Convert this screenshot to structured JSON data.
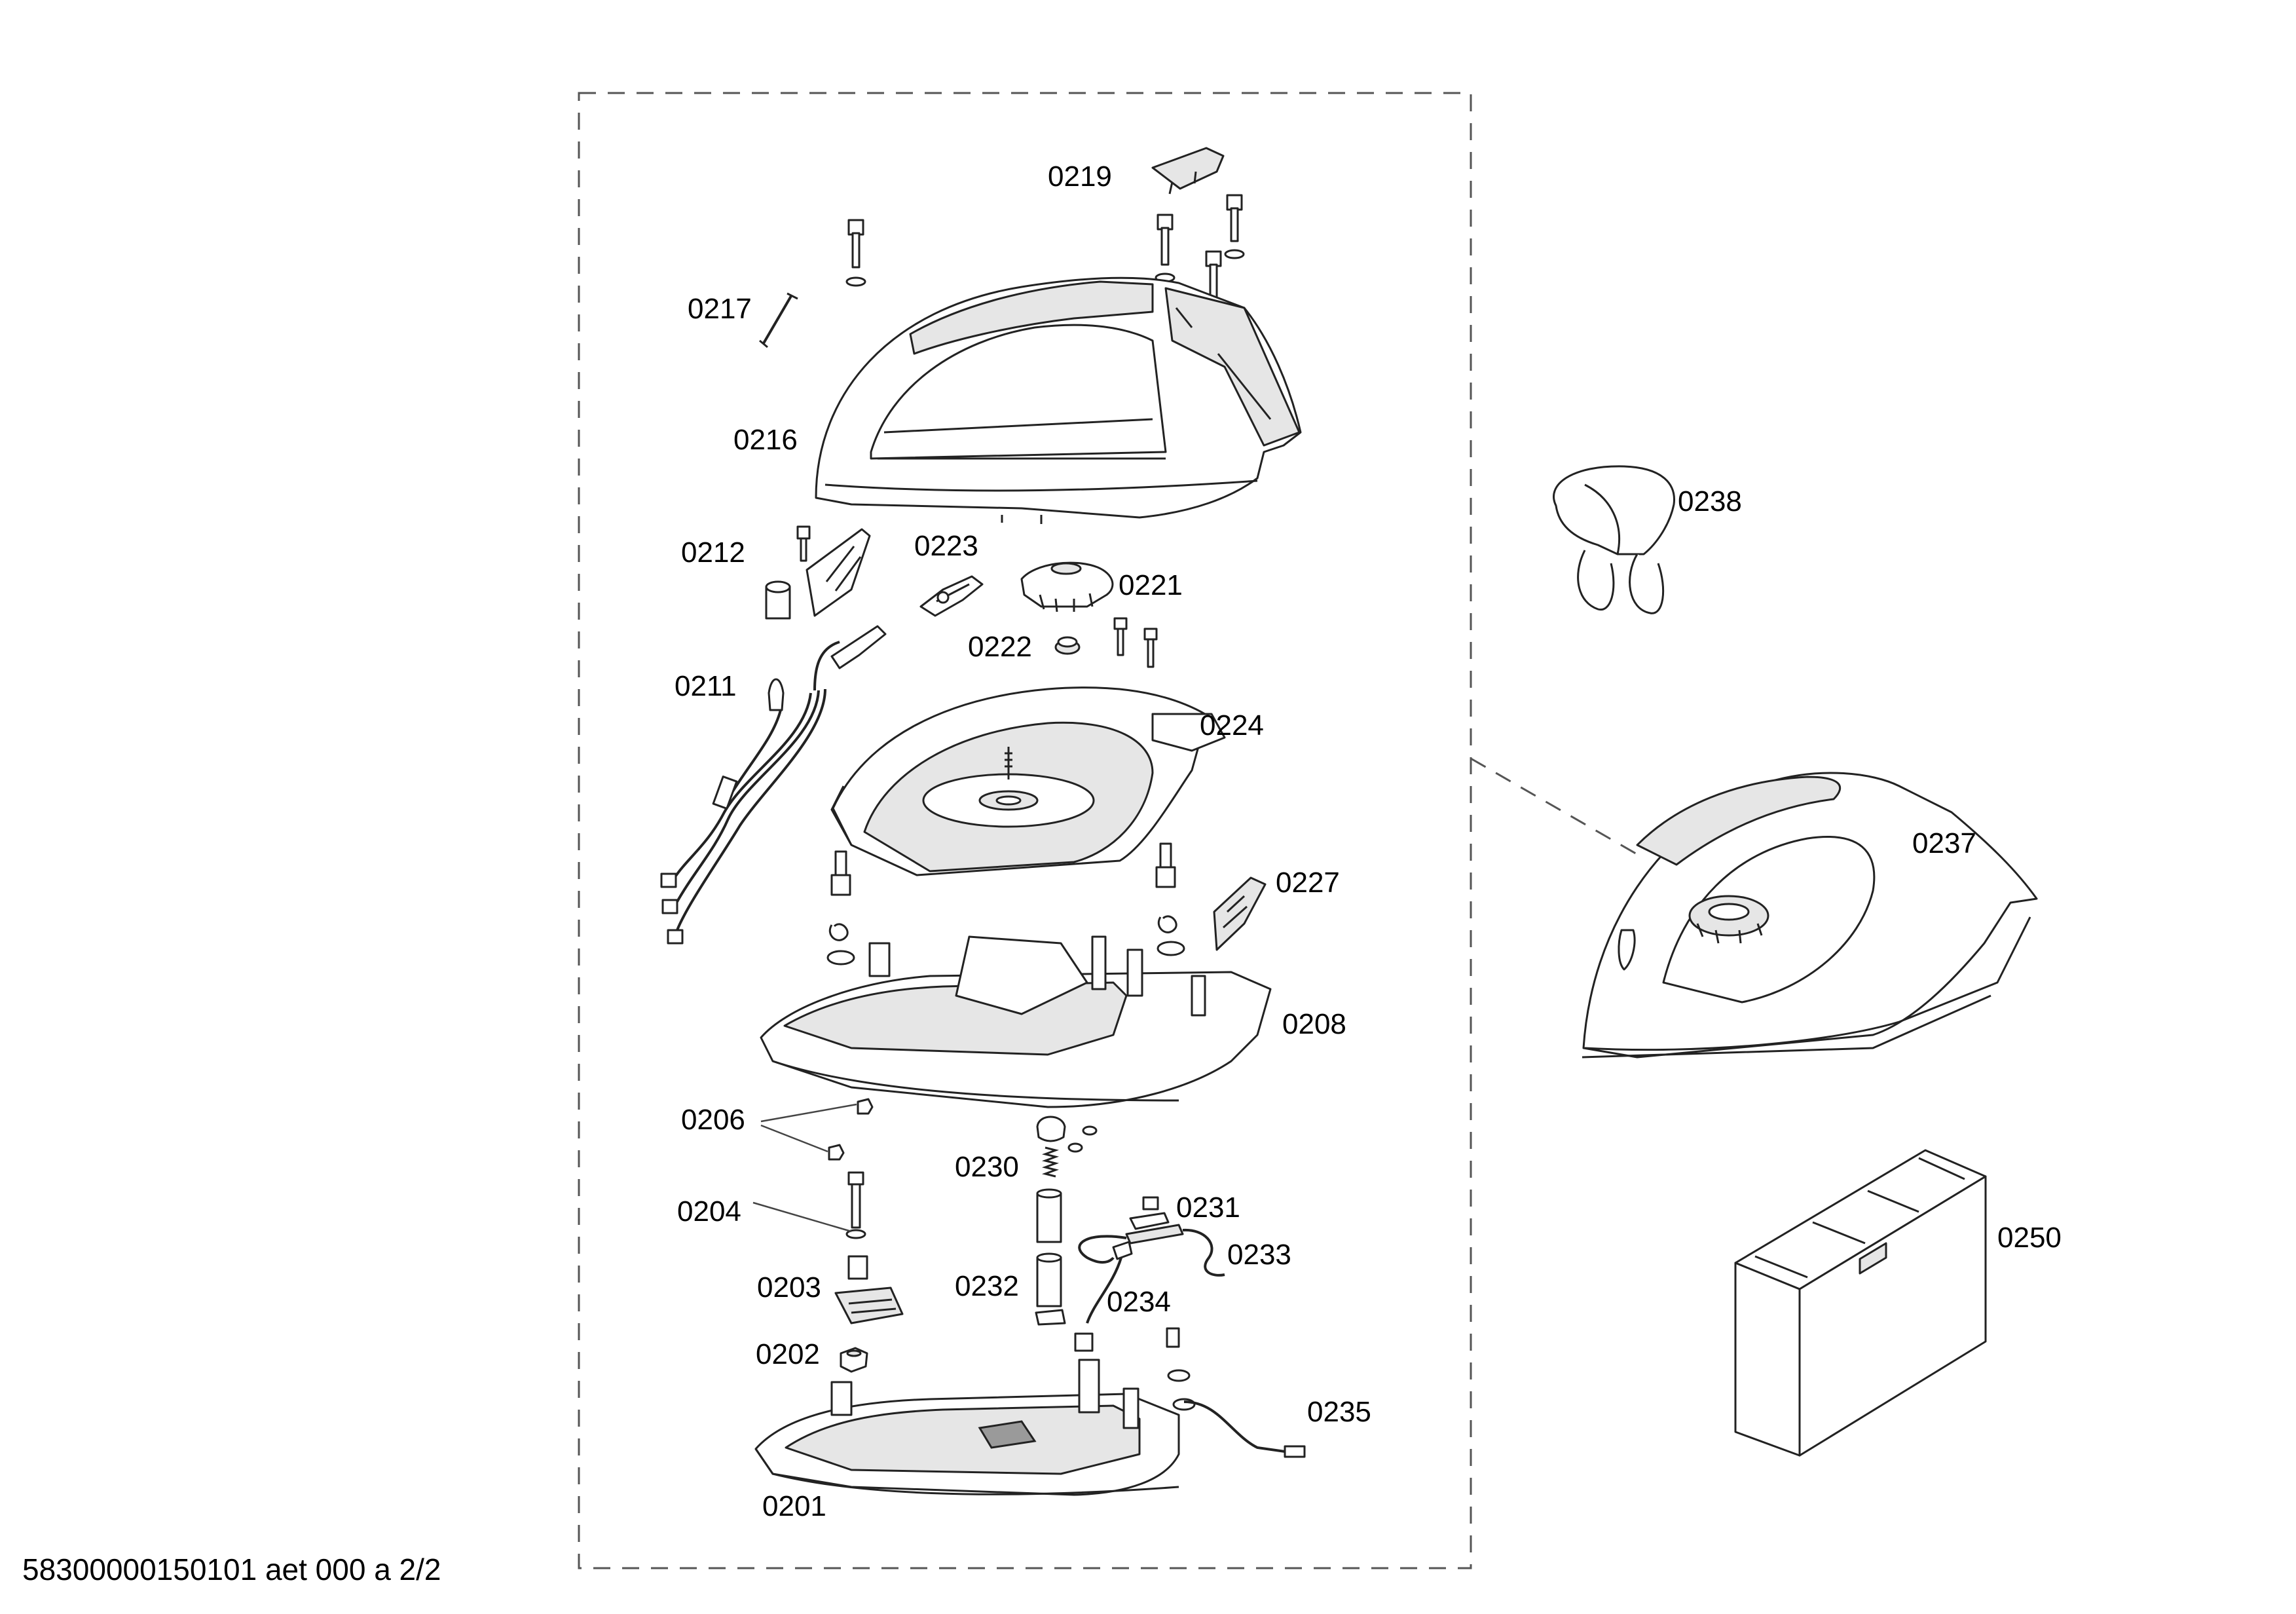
{
  "diagram": {
    "part_labels": {
      "p0219": "0219",
      "p0217": "0217",
      "p0216": "0216",
      "p0212": "0212",
      "p0223": "0223",
      "p0221": "0221",
      "p0222": "0222",
      "p0211": "0211",
      "p0224": "0224",
      "p0227": "0227",
      "p0208": "0208",
      "p0206": "0206",
      "p0230": "0230",
      "p0204": "0204",
      "p0231": "0231",
      "p0233": "0233",
      "p0203": "0203",
      "p0232": "0232",
      "p0234": "0234",
      "p0202": "0202",
      "p0235": "0235",
      "p0201": "0201",
      "p0238": "0238",
      "p0237": "0237",
      "p0250": "0250"
    },
    "footer_code": "58300000150101 aet 000 a 2/2"
  }
}
